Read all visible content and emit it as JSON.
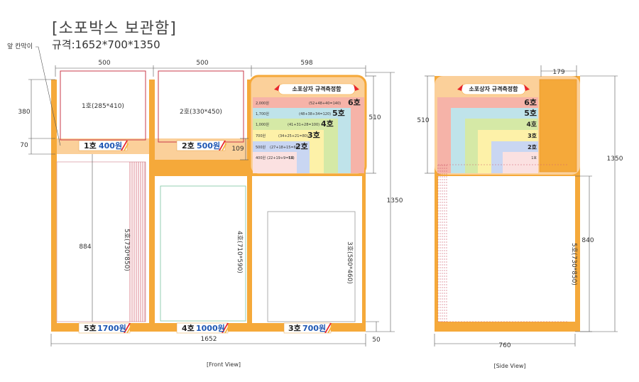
{
  "title": "[소포박스 보관함]",
  "spec": "규격:1652*700*1350",
  "front": {
    "caption": "[Front View]",
    "front_plate_label": "앞 칸막이",
    "dims": {
      "w_left": "500",
      "w_mid": "500",
      "w_right": "598",
      "total_w": "1652",
      "h_380": "380",
      "h_70": "70",
      "h_109": "109",
      "h_510": "510",
      "h_1350": "1350",
      "h_884": "884",
      "h_50": "50"
    },
    "compartments": [
      {
        "name": "1호(285*410)",
        "tag_size": "1호",
        "tag_price": "400원"
      },
      {
        "name": "2호(330*450)",
        "tag_size": "2호",
        "tag_price": "500원"
      },
      {
        "name": "5호(730*850)",
        "tag_size": "5호",
        "tag_price": "1700원"
      },
      {
        "name": "4호(710*590)",
        "tag_size": "4호",
        "tag_price": "1000원"
      },
      {
        "name": "3호(580*460)",
        "tag_size": "3호",
        "tag_price": "700원"
      }
    ]
  },
  "chart": {
    "header": "소포상자 규격측정함",
    "rows": [
      {
        "size": "6호",
        "price": "2,000원",
        "formula": "(52+48+40=140)"
      },
      {
        "size": "5호",
        "price": "1,700원",
        "formula": "(48+38+34=120)"
      },
      {
        "size": "4호",
        "price": "1,000원",
        "formula": "(41+31+28=100)"
      },
      {
        "size": "3호",
        "price": "700원",
        "formula": "(34+25+21=80)"
      },
      {
        "size": "2호",
        "price": "500원",
        "formula": "(27+18+15=60)"
      },
      {
        "size": "1호",
        "price": "400원",
        "formula": "(22+19+9=50)"
      }
    ]
  },
  "side": {
    "caption": "[Side View]",
    "dims": {
      "top_w": "179",
      "h_510": "510",
      "h_1350": "1350",
      "h_840": "840",
      "bottom_w": "760"
    },
    "compartment": "5호(730*850)"
  }
}
